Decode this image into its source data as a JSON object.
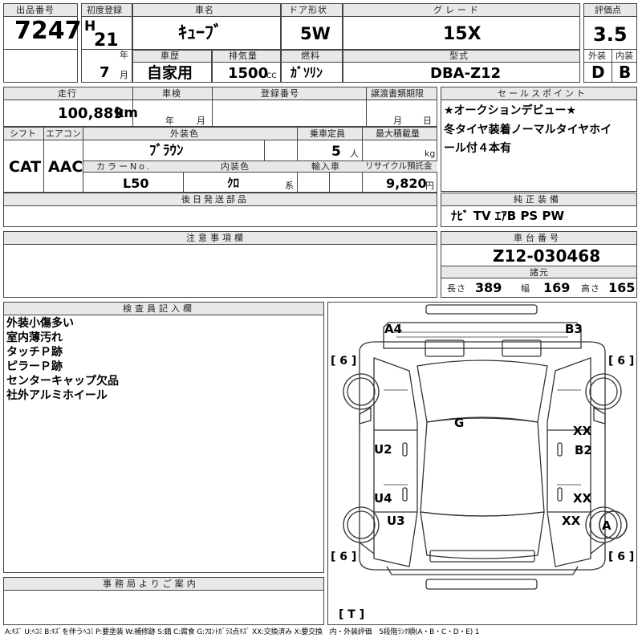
{
  "labels": {
    "lot_no": "出品番号",
    "first_reg": "初度登録",
    "car_name": "車名",
    "door": "ドア形状",
    "grade": "グレード",
    "score": "評価点",
    "history": "車歴",
    "displacement": "排気量",
    "fuel": "燃料",
    "model": "型式",
    "exterior": "外装",
    "interior": "内装",
    "year_unit": "年",
    "month_unit": "月",
    "mileage": "走行",
    "inspection": "車検",
    "reg_no": "登録番号",
    "transfer_docs": "譲渡書類期限",
    "sales_point": "セールスポイント",
    "shift": "シフト",
    "aircon": "エアコン",
    "ext_color": "外装色",
    "capacity": "乗車定員",
    "max_load": "最大積載量",
    "color_no": "カラーNo.",
    "int_color": "内装色",
    "import": "輸入車",
    "recycle": "リサイクル預託金",
    "later_parts": "後日発送部品",
    "genuine_equip": "純正装備",
    "notes": "注意事項欄",
    "chassis_no": "車台番号",
    "specs": "諸元",
    "length": "長さ",
    "width": "幅",
    "height": "高さ",
    "inspector": "検査員記入欄",
    "office": "事務局よりご案内"
  },
  "values": {
    "lot_no": "7247",
    "era": "H",
    "year": "21",
    "month": "7",
    "car_name": "ｷｭｰﾌﾞ",
    "door": "5W",
    "grade": "15X",
    "score": "3.5",
    "history": "自家用",
    "displacement": "1500",
    "cc": "CC",
    "fuel": "ｶﾞｿﾘﾝ",
    "model": "DBA-Z12",
    "exterior": "D",
    "interior": "B",
    "mileage": "100,889",
    "km": "km",
    "inspection_year": "年",
    "inspection_month": "月",
    "transfer_month": "月",
    "transfer_day": "日",
    "sales_point": [
      "★オークションデビュー★",
      "冬タイヤ装着ノーマルタイヤホイ",
      "ール付４本有"
    ],
    "shift": "CAT",
    "aircon": "AAC",
    "ext_color": "ﾌﾞﾗｳﾝ",
    "capacity": "5",
    "person": "人",
    "kg": "kg",
    "color_no": "L50",
    "int_color": "ｸﾛ",
    "kei": "系",
    "recycle": "9,820",
    "yen": "円",
    "genuine_equip": "ﾅﾋﾞ TV ｴｱB PS PW",
    "chassis_no": "Z12-030468",
    "length": "389",
    "width": "169",
    "height": "165",
    "inspector_notes": [
      "外装小傷多い",
      "室内薄汚れ",
      "タッチＰ跡",
      "ピラーＰ跡",
      "センターキャップ欠品",
      "社外アルミホイール"
    ]
  },
  "diagram": {
    "A4": "A4",
    "B3": "B3",
    "G": "G",
    "XX1": "XX",
    "B2": "B2",
    "U2": "U2",
    "U4": "U4",
    "XX2": "XX",
    "U3": "U3",
    "XX3": "XX",
    "A": "A",
    "tire_fl": "[ 6 ]",
    "tire_fr": "[ 6 ]",
    "tire_rl": "[ 6 ]",
    "tire_rr": "[ 6 ]",
    "spare": "[ T ]"
  },
  "legend": "A:ｷｽﾞ U:ﾍｺﾐ B:ｷｽﾞを伴うﾍｺﾐ P:要塗装 W:補修跡 S:錆 C:腐食 G:ﾌﾛﾝﾄｶﾞﾗｽ点ｷｽﾞ XX:交換済み X:要交換　内・外装評価　5段階ﾗﾝｸ順(A・B・C・D・E) 1"
}
